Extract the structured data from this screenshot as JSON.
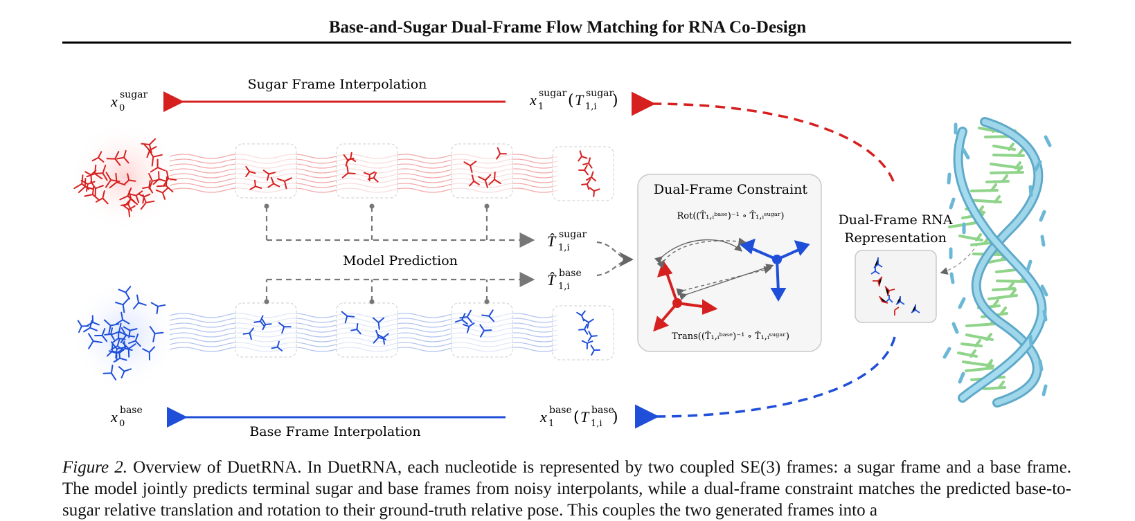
{
  "header": {
    "title": "Base-and-Sugar Dual-Frame Flow Matching for RNA Co-Design"
  },
  "figure": {
    "sugar_interp_label": "Sugar Frame Interpolation",
    "base_interp_label": "Base Frame Interpolation",
    "model_prediction_label": "Model Prediction",
    "constraint_title": "Dual-Frame Constraint",
    "rot_formula": "Rot((T̂₁,ᵢᵇᵃˢᵉ)⁻¹ ∘ T̂₁,ᵢˢᵘᵍᵃʳ)",
    "trans_formula": "Trans((T̂₁,ᵢᵇᵃˢᵉ)⁻¹ ∘ T̂₁,ᵢˢᵘᵍᵃʳ)",
    "representation_line1": "Dual-Frame RNA",
    "representation_line2": "Representation",
    "x0_sugar_main": "x",
    "x0_sugar_sub": "0",
    "x0_sugar_sup": "sugar",
    "x1_sugar_main": "x",
    "x1_sugar_sub": "1",
    "x1_sugar_sup": "sugar",
    "T1_sugar_main": "T",
    "T1_sugar_sub": "1,i",
    "T1_sugar_sup": "sugar",
    "x0_base_main": "x",
    "x0_base_sub": "0",
    "x0_base_sup": "base",
    "x1_base_main": "x",
    "x1_base_sub": "1",
    "x1_base_sup": "base",
    "T1_base_main": "T",
    "T1_base_sub": "1,i",
    "T1_base_sup": "base",
    "That_sugar_main": "T̂",
    "That_sugar_sub": "1,i",
    "That_sugar_sup": "sugar",
    "That_base_main": "T̂",
    "That_base_sub": "1,i",
    "That_base_sup": "base",
    "colors": {
      "sugar": "#d62020",
      "base": "#1f4fd8",
      "helix": "#7ec3e0",
      "bases": "#8fd48a",
      "dash": "#777777"
    }
  },
  "caption": {
    "label": "Figure 2.",
    "text": "Overview of DuetRNA. In DuetRNA, each nucleotide is represented by two coupled SE(3) frames: a sugar frame and a base frame. The model jointly predicts terminal sugar and base frames from noisy interpolants, while a dual-frame constraint matches the predicted base-to-sugar relative translation and rotation to their ground-truth relative pose. This couples the two generated frames into a"
  }
}
